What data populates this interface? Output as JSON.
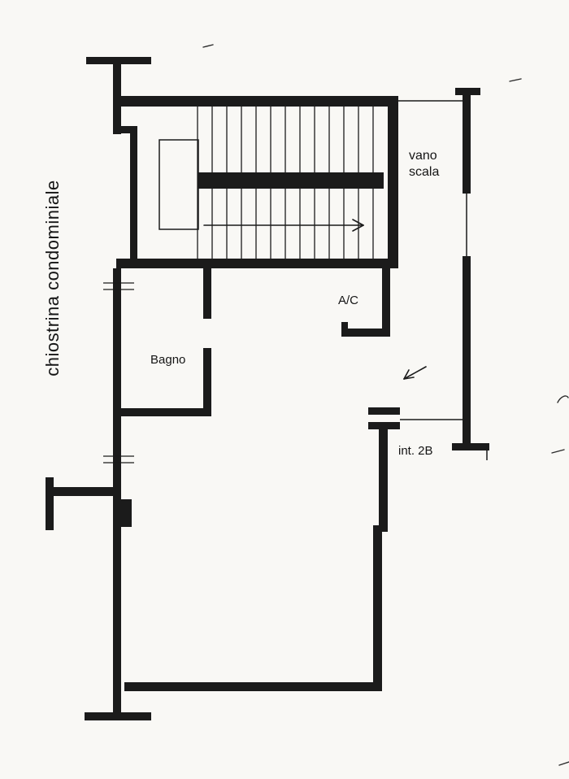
{
  "colors": {
    "paper": "#f9f8f5",
    "ink": "#1b1b1b"
  },
  "labels": {
    "courtyard": "chiostrina condominiale",
    "stairwell_line1": "vano",
    "stairwell_line2": "scala",
    "ac_unit": "A/C",
    "bathroom": "Bagno",
    "unit_number": "int. 2B"
  }
}
